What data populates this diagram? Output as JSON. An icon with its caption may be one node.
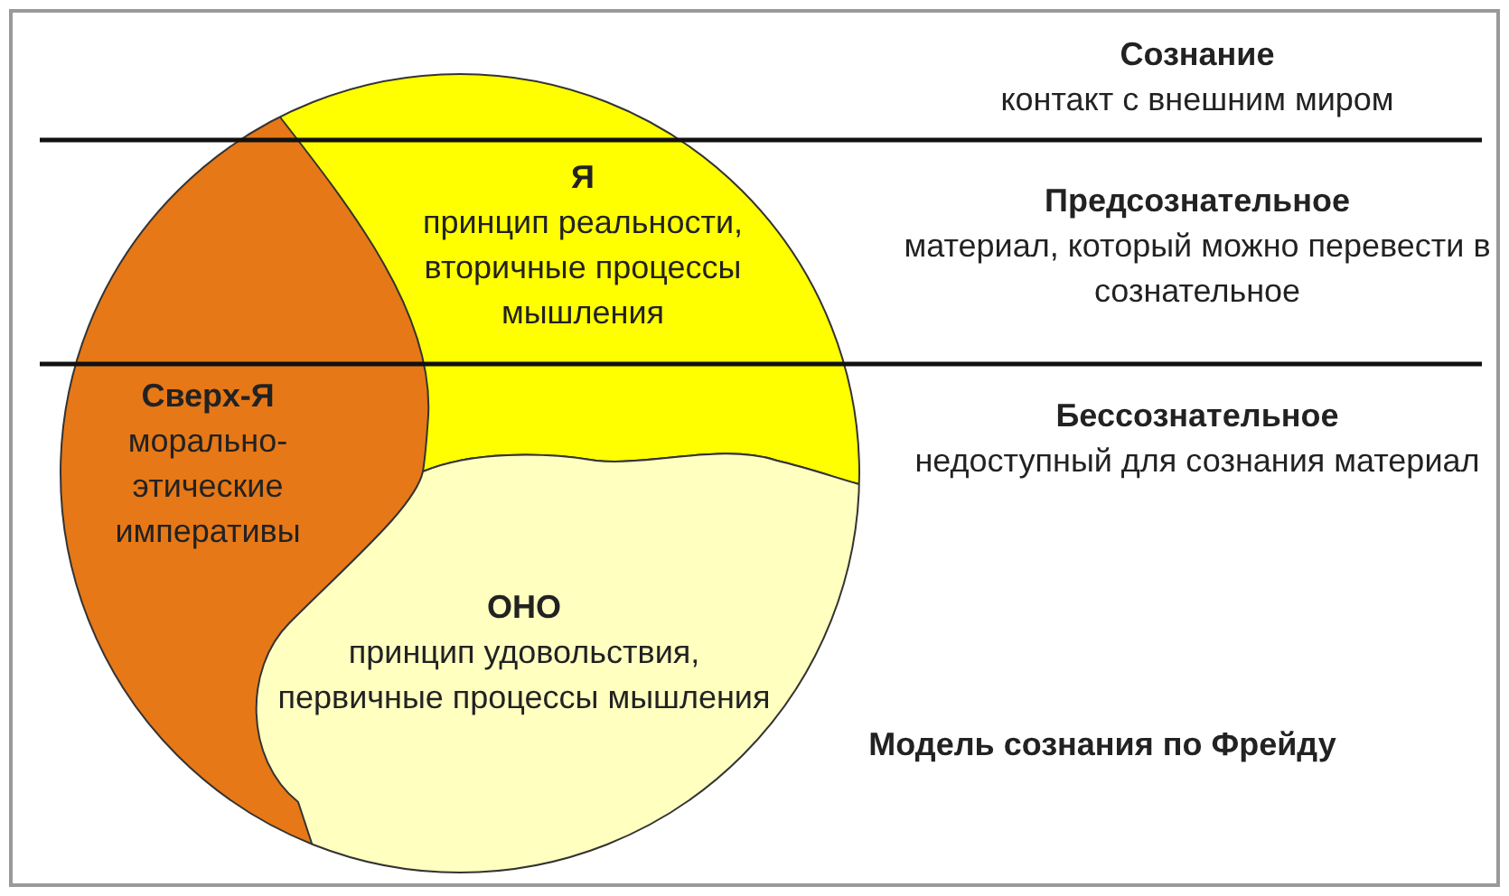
{
  "diagram": {
    "caption": "Модель сознания по Фрейду",
    "nodes": [
      {
        "text": [
          "Я",
          "принцип реальности, вторичные процессы мышления"
        ]
      },
      {
        "text": [
          "Сверх-Я",
          "морально-этические императивы"
        ]
      },
      {
        "text": [
          "ОНО",
          "принцип удовольствия, первичные процессы мышления"
        ]
      }
    ],
    "labels": [
      "Сознание",
      "контакт с внешним миром",
      "Предсознательное",
      "материал, который можно перевести в сознательное",
      "Бессознательное",
      "недоступный для сознания материал"
    ]
  }
}
